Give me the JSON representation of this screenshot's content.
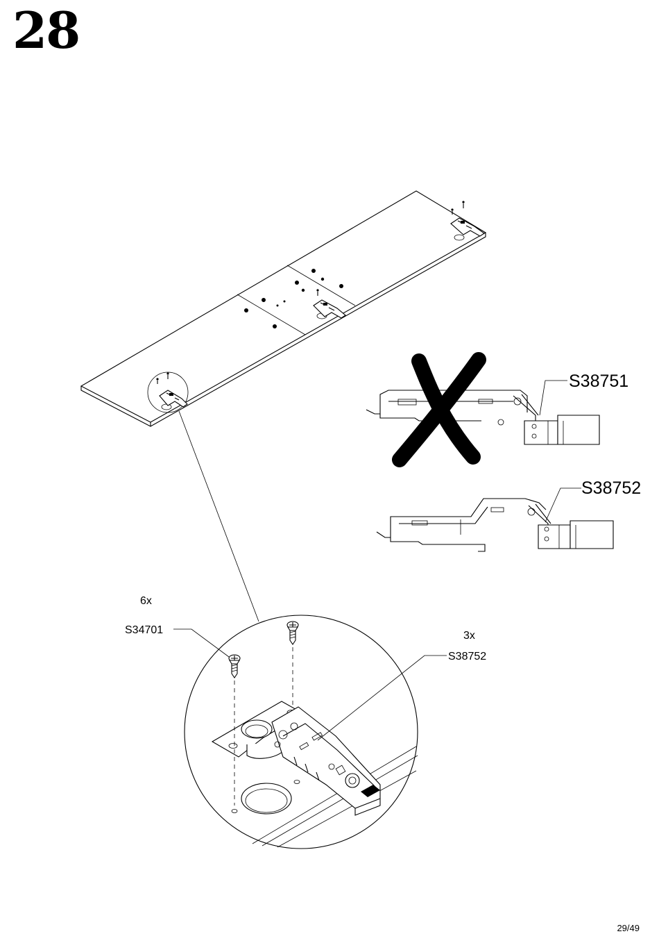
{
  "step": {
    "number": "28"
  },
  "page": {
    "number": "29/49"
  },
  "wrong_hinge": {
    "part_code": "S38751",
    "mark": "cross-mark-icon"
  },
  "correct_hinge": {
    "part_code": "S38752"
  },
  "detail": {
    "screw": {
      "quantity": "6x",
      "part_code": "S34701"
    },
    "hinge": {
      "quantity": "3x",
      "part_code": "S38752"
    }
  }
}
